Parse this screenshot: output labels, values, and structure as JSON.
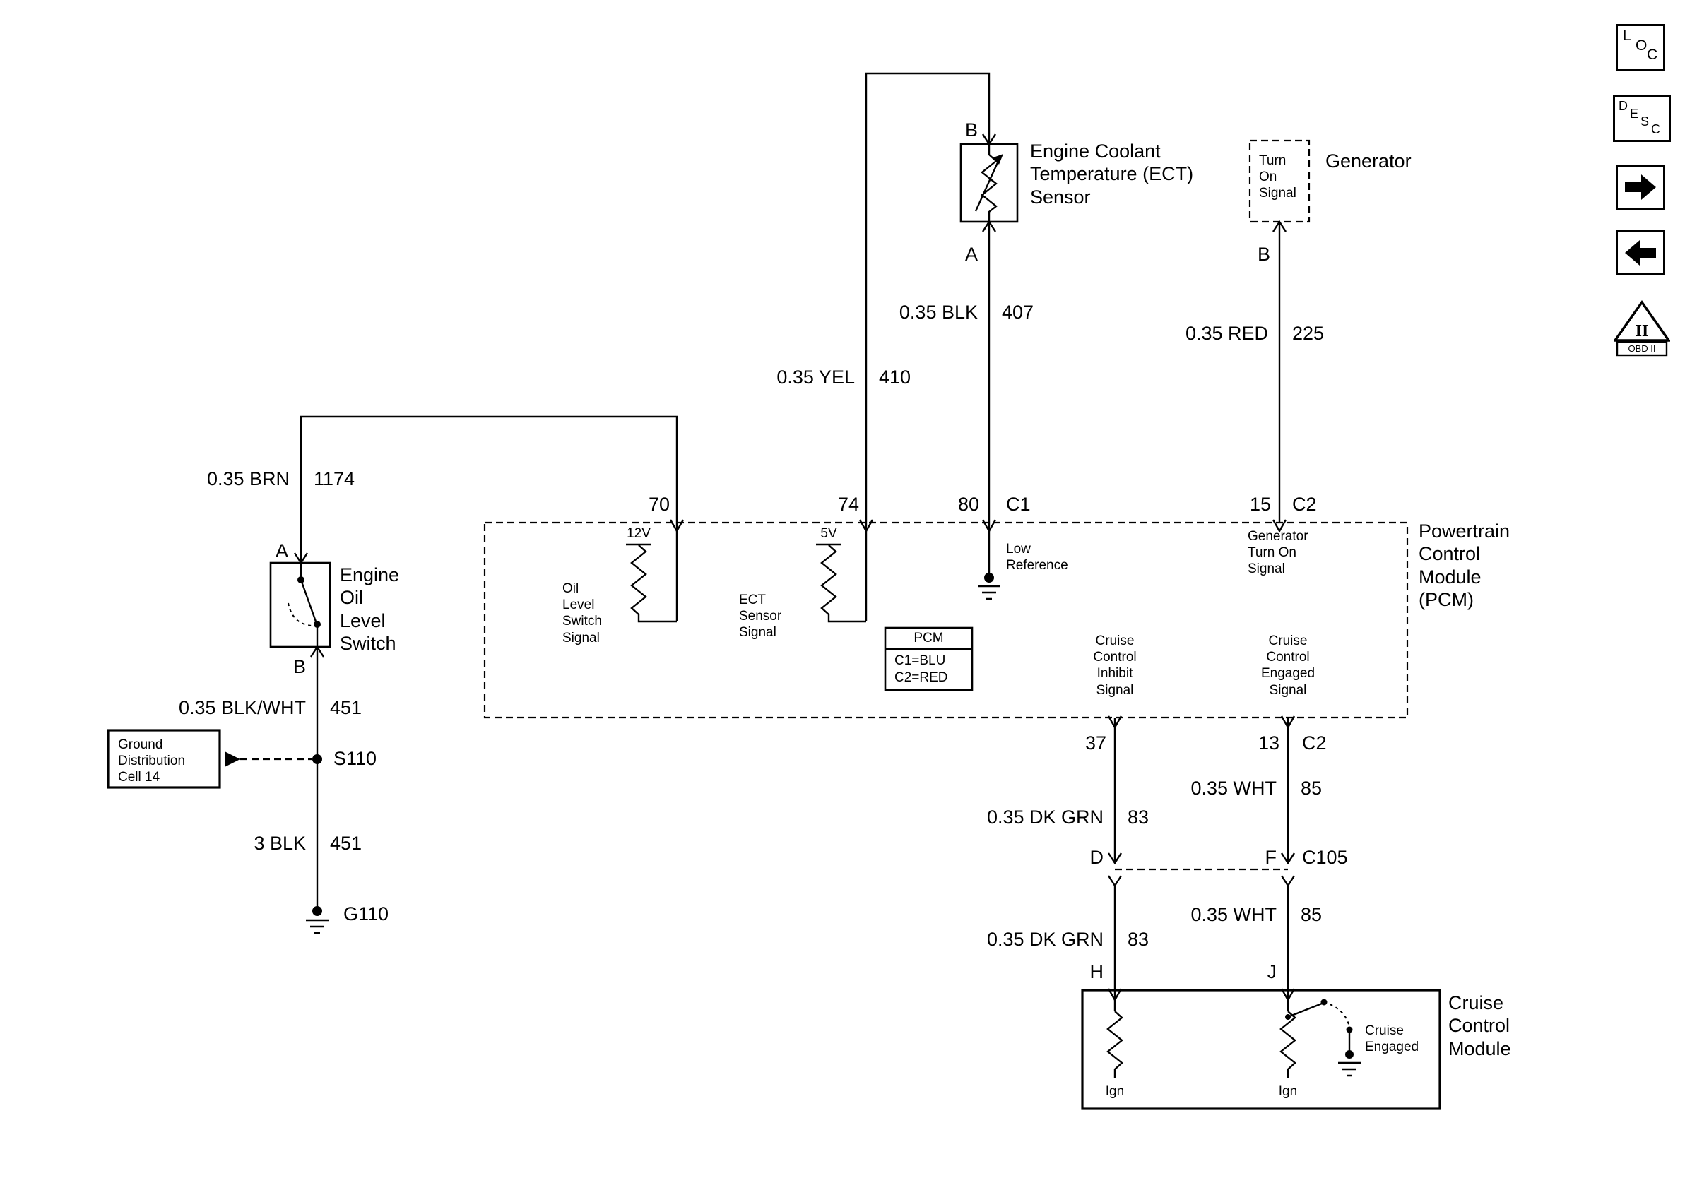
{
  "nav_icons": {
    "loc": [
      "L",
      "O",
      "C"
    ],
    "desc": [
      "D",
      "E",
      "S",
      "C"
    ],
    "obd": {
      "triangle": "II",
      "banner": "OBD II"
    }
  },
  "ect": {
    "label": "Engine Coolant\nTemperature (ECT)\nSensor",
    "pin_top": "B",
    "pin_bottom": "A"
  },
  "generator": {
    "label": "Generator",
    "inner": "Turn\nOn\nSignal",
    "pin_bottom": "B"
  },
  "oil_switch": {
    "label": "Engine\nOil\nLevel\nSwitch",
    "pin_top": "A",
    "pin_bottom": "B"
  },
  "ground_distribution": {
    "label": "Ground\nDistribution\nCell 14"
  },
  "splices": {
    "s110": "S110",
    "g110": "G110"
  },
  "wires": {
    "brn": {
      "spec": "0.35 BRN",
      "circuit": "1174"
    },
    "yel": {
      "spec": "0.35 YEL",
      "circuit": "410"
    },
    "blk": {
      "spec": "0.35 BLK",
      "circuit": "407"
    },
    "red": {
      "spec": "0.35 RED",
      "circuit": "225"
    },
    "blkwht": {
      "spec": "0.35 BLK/WHT",
      "circuit": "451"
    },
    "blk3": {
      "spec": "3 BLK",
      "circuit": "451"
    },
    "dkgrn_a": {
      "spec": "0.35 DK GRN",
      "circuit": "83"
    },
    "dkgrn_b": {
      "spec": "0.35 DK GRN",
      "circuit": "83"
    },
    "wht_a": {
      "spec": "0.35 WHT",
      "circuit": "85"
    },
    "wht_b": {
      "spec": "0.35 WHT",
      "circuit": "85"
    }
  },
  "pcm": {
    "label": "Powertrain\nControl\nModule\n(PCM)",
    "pins": {
      "p70": "70",
      "p74": "74",
      "p80": "80",
      "p80_conn": "C1",
      "p15": "15",
      "p15_conn": "C2",
      "p37": "37",
      "p13": "13",
      "p13_conn": "C2"
    },
    "internals": {
      "v12": "12V",
      "v5": "5V",
      "oil_signal": "Oil\nLevel\nSwitch\nSignal",
      "ect_signal": "ECT\nSensor\nSignal",
      "low_ref": "Low\nReference",
      "gen_signal": "Generator\nTurn On\nSignal",
      "inhibit_signal": "Cruise\nControl\nInhibit\nSignal",
      "engaged_signal": "Cruise\nControl\nEngaged\nSignal"
    },
    "legend": {
      "title": "PCM",
      "c1": "C1=BLU",
      "c2": "C2=RED"
    }
  },
  "connectors": {
    "d": "D",
    "f": "F",
    "c105": "C105",
    "h": "H",
    "j": "J"
  },
  "cruise_module": {
    "label": "Cruise\nControl\nModule",
    "ign_left": "Ign",
    "ign_right": "Ign",
    "engaged": "Cruise\nEngaged"
  }
}
